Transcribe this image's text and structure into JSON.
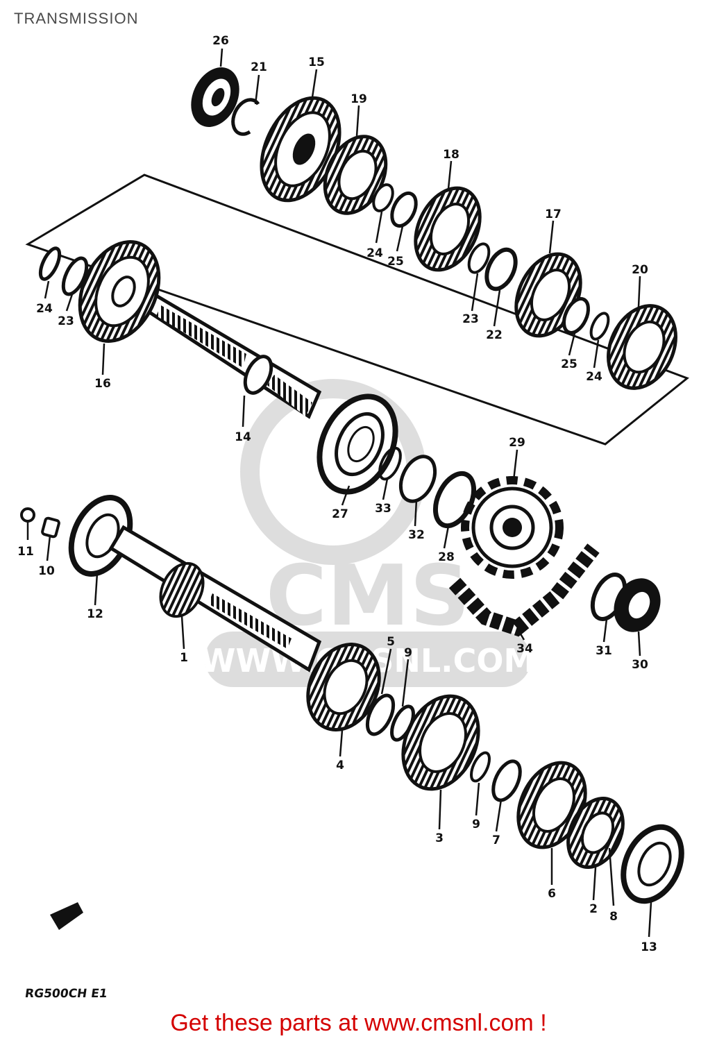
{
  "header": {
    "title": "TRANSMISSION"
  },
  "watermark": {
    "text": "CMS",
    "site": "WWW.CMSNL.COM"
  },
  "diagram": {
    "model_code": "RG500CH E1",
    "callouts": [
      {
        "id": "c26",
        "label": "26"
      },
      {
        "id": "c21",
        "label": "21"
      },
      {
        "id": "c15",
        "label": "15"
      },
      {
        "id": "c19",
        "label": "19"
      },
      {
        "id": "c18",
        "label": "18"
      },
      {
        "id": "c17",
        "label": "17"
      },
      {
        "id": "c20",
        "label": "20"
      },
      {
        "id": "c24a",
        "label": "24"
      },
      {
        "id": "c25a",
        "label": "25"
      },
      {
        "id": "c23a",
        "label": "23"
      },
      {
        "id": "c22",
        "label": "22"
      },
      {
        "id": "c25b",
        "label": "25"
      },
      {
        "id": "c24b",
        "label": "24"
      },
      {
        "id": "c24c",
        "label": "24"
      },
      {
        "id": "c23b",
        "label": "23"
      },
      {
        "id": "c16",
        "label": "16"
      },
      {
        "id": "c14",
        "label": "14"
      },
      {
        "id": "c29",
        "label": "29"
      },
      {
        "id": "c27",
        "label": "27"
      },
      {
        "id": "c33",
        "label": "33"
      },
      {
        "id": "c32",
        "label": "32"
      },
      {
        "id": "c28",
        "label": "28"
      },
      {
        "id": "c11",
        "label": "11"
      },
      {
        "id": "c10",
        "label": "10"
      },
      {
        "id": "c12",
        "label": "12"
      },
      {
        "id": "c1",
        "label": "1"
      },
      {
        "id": "c34",
        "label": "34"
      },
      {
        "id": "c31",
        "label": "31"
      },
      {
        "id": "c30",
        "label": "30"
      },
      {
        "id": "c5",
        "label": "5"
      },
      {
        "id": "c9a",
        "label": "9"
      },
      {
        "id": "c4",
        "label": "4"
      },
      {
        "id": "c3",
        "label": "3"
      },
      {
        "id": "c9b",
        "label": "9"
      },
      {
        "id": "c7",
        "label": "7"
      },
      {
        "id": "c6",
        "label": "6"
      },
      {
        "id": "c2",
        "label": "2"
      },
      {
        "id": "c8",
        "label": "8"
      },
      {
        "id": "c13",
        "label": "13"
      }
    ]
  },
  "footer": {
    "cta": "Get these parts at www.cmsnl.com !",
    "cta_color": "#d40000"
  }
}
